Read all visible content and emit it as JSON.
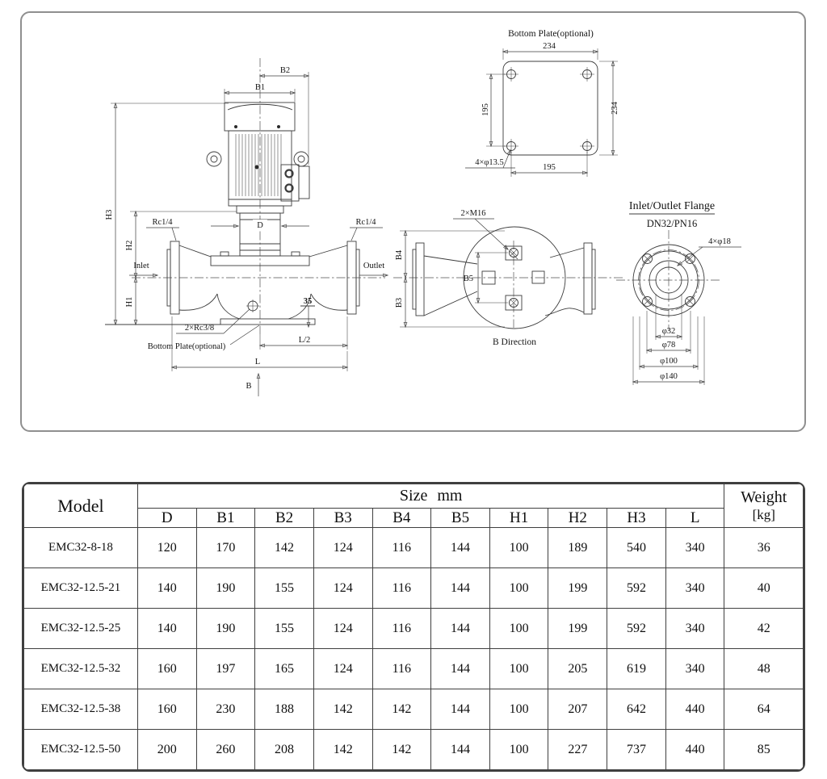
{
  "drawing": {
    "main": {
      "b2": "B2",
      "b1": "B1",
      "h3": "H3",
      "h2": "H2",
      "h1": "H1",
      "rc14_left": "Rc1/4",
      "rc14_right": "Rc1/4",
      "inlet": "Inlet",
      "outlet": "Outlet",
      "d": "D",
      "plate_offset": "35",
      "drain": "2×Rc3/8",
      "bottom_plate": "Bottom Plate(optional)",
      "l_half": "L/2",
      "l": "L",
      "b_arrow": "B"
    },
    "bottom_plate": {
      "title": "Bottom Plate(optional)",
      "width_top": "234",
      "height_left": "195",
      "height_right": "234",
      "width_bottom": "195",
      "holes": "4×φ13.5"
    },
    "b_direction": {
      "caption": "B Direction",
      "bolts": "2×M16",
      "b4": "B4",
      "b5": "B5",
      "b3": "B3"
    },
    "flange": {
      "title": "Inlet/Outlet Flange",
      "subtitle": "DN32/PN16",
      "holes": "4×φ18",
      "dia1": "φ32",
      "dia2": "φ78",
      "dia3": "φ100",
      "dia4": "φ140"
    }
  },
  "table": {
    "model_header": "Model",
    "size_header": "Size mm",
    "weight_header": "Weight",
    "weight_unit": "[kg]",
    "columns": [
      "D",
      "B1",
      "B2",
      "B3",
      "B4",
      "B5",
      "H1",
      "H2",
      "H3",
      "L"
    ],
    "rows": [
      {
        "model": "EMC32-8-18",
        "values": [
          "120",
          "170",
          "142",
          "124",
          "116",
          "144",
          "100",
          "189",
          "540",
          "340"
        ],
        "weight": "36"
      },
      {
        "model": "EMC32-12.5-21",
        "values": [
          "140",
          "190",
          "155",
          "124",
          "116",
          "144",
          "100",
          "199",
          "592",
          "340"
        ],
        "weight": "40"
      },
      {
        "model": "EMC32-12.5-25",
        "values": [
          "140",
          "190",
          "155",
          "124",
          "116",
          "144",
          "100",
          "199",
          "592",
          "340"
        ],
        "weight": "42"
      },
      {
        "model": "EMC32-12.5-32",
        "values": [
          "160",
          "197",
          "165",
          "124",
          "116",
          "144",
          "100",
          "205",
          "619",
          "340"
        ],
        "weight": "48"
      },
      {
        "model": "EMC32-12.5-38",
        "values": [
          "160",
          "230",
          "188",
          "142",
          "142",
          "144",
          "100",
          "207",
          "642",
          "440"
        ],
        "weight": "64"
      },
      {
        "model": "EMC32-12.5-50",
        "values": [
          "200",
          "260",
          "208",
          "142",
          "142",
          "144",
          "100",
          "227",
          "737",
          "440"
        ],
        "weight": "85"
      }
    ]
  }
}
